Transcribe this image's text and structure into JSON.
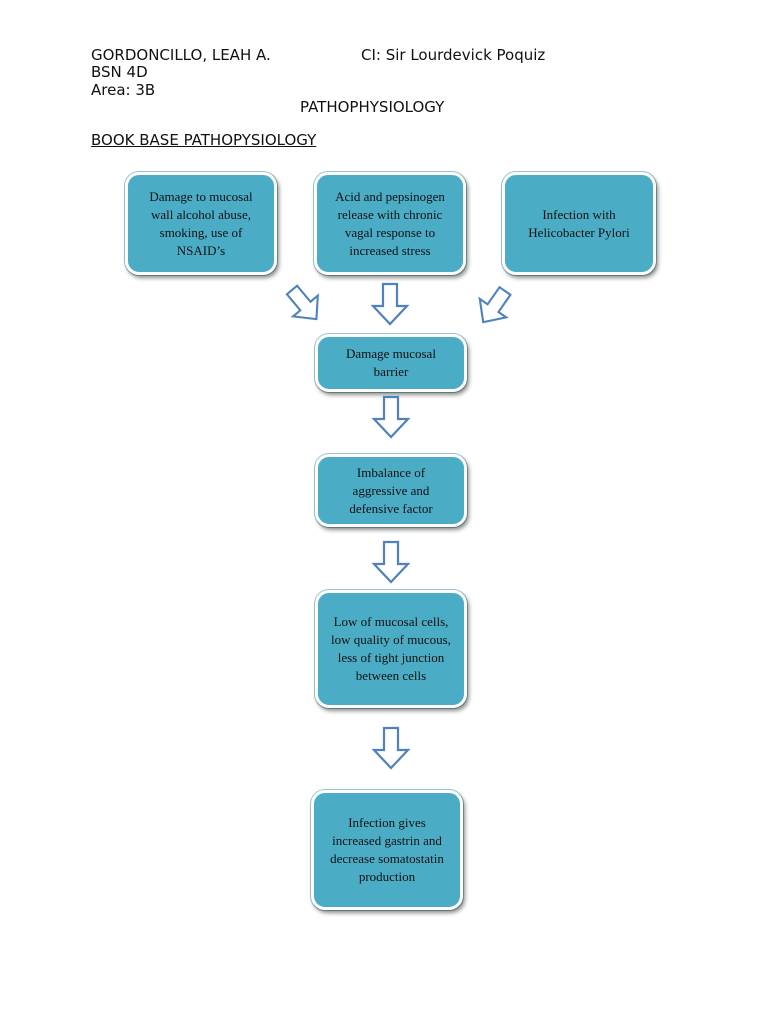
{
  "header": {
    "name": "GORDONCILLO, LEAH A.",
    "ci": "CI: Sir Lourdevick Poquiz",
    "course": "BSN 4D",
    "area": "Area: 3B",
    "title": "PATHOPHYSIOLOGY",
    "subtitle": "BOOK BASE PATHOPYSIOLOGY"
  },
  "diagram": {
    "box_color": "#4bacc6",
    "arrow_color": "#4f81bd",
    "causes": [
      "Damage to mucosal wall alcohol abuse, smoking, use of NSAID’s",
      "Acid and pepsinogen release with chronic vagal response to increased stress",
      "Infection with Helicobacter Pylori"
    ],
    "steps": [
      "Damage mucosal barrier",
      "Imbalance of aggressive and defensive factor",
      "Low of mucosal cells, low quality of mucous, less of tight junction between cells",
      "Infection gives increased gastrin and decrease somatostatin production"
    ]
  }
}
